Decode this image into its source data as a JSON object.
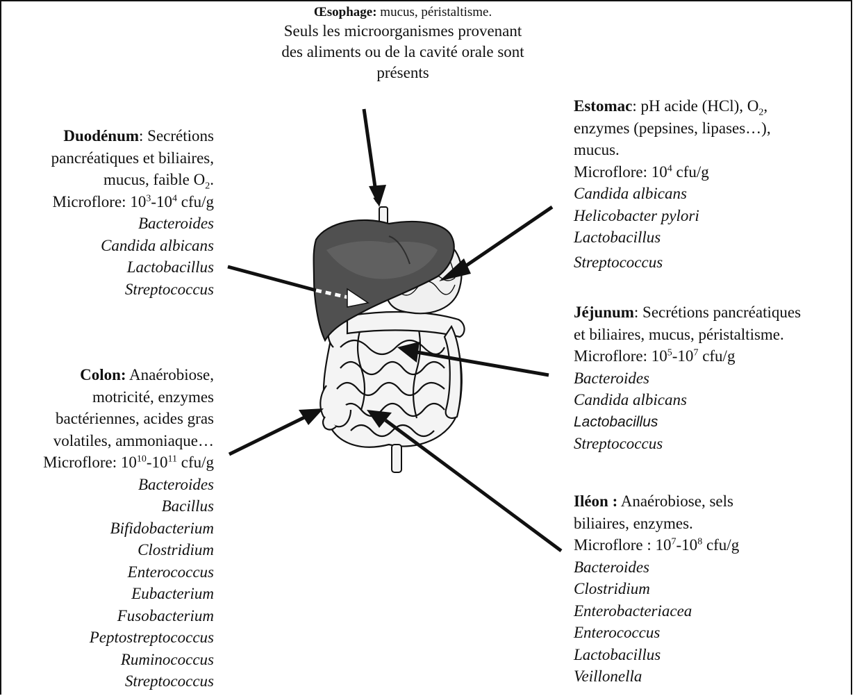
{
  "oesophage": {
    "heading_bold": "Œsophage:",
    "heading_rest": " mucus, péristaltisme.",
    "lines": [
      "Seuls les microorganismes provenant",
      "des aliments ou de la cavité orale sont",
      "présents"
    ]
  },
  "duodenum": {
    "title": "Duodénum",
    "lines": [
      ": Secrétions",
      "pancréatiques et biliaires,",
      "mucus, faible O"
    ],
    "o2_sub": "2",
    "o2_tail": ".",
    "microflore_label": "Microflore: 10",
    "microflore_exp1": "3",
    "microflore_mid": "-10",
    "microflore_exp2": "4",
    "microflore_unit": " cfu/g",
    "organisms": [
      "Bacteroides",
      "Candida albicans",
      "Lactobacillus",
      "Streptococcus"
    ]
  },
  "colon": {
    "title": "Colon:",
    "lines": [
      " Anaérobiose,",
      "motricité,  enzymes",
      "bactériennes,  acides gras",
      "volatiles, ammoniaque…"
    ],
    "microflore_label": "Microflore: 10",
    "microflore_exp1": "10",
    "microflore_mid": "-10",
    "microflore_exp2": "11",
    "microflore_unit": " cfu/g",
    "organisms": [
      "Bacteroides",
      "Bacillus",
      "Bifidobacterium",
      "Clostridium",
      "Enterococcus",
      "Eubacterium",
      "Fusobacterium",
      "Peptostreptococcus",
      "Ruminococcus",
      "Streptococcus"
    ]
  },
  "estomac": {
    "title": "Estomac",
    "line1_rest": ": pH acide (HCl), O",
    "o2_sub": "2",
    "line1_tail": ",",
    "lines": [
      "enzymes (pepsines, lipases…),",
      "mucus."
    ],
    "microflore_label": "Microflore: 10",
    "microflore_exp1": "4",
    "microflore_unit": " cfu/g",
    "organisms": [
      "Candida albicans",
      "Helicobacter pylori",
      "Lactobacillus",
      "Streptococcus"
    ]
  },
  "jejunum": {
    "title": "Jéjunum",
    "line1_rest": ": Secrétions pancréatiques",
    "lines": [
      "et biliaires,  mucus, péristaltisme."
    ],
    "microflore_label": "Microflore: 10",
    "microflore_exp1": "5",
    "microflore_mid": "-10",
    "microflore_exp2": "7",
    "microflore_unit": " cfu/g",
    "organisms": [
      "Bacteroides",
      "Candida albicans",
      "Lactobacillus",
      "Streptococcus"
    ]
  },
  "ileon": {
    "title": "Iléon :",
    "line1_rest": "  Anaérobiose,  sels",
    "lines": [
      "biliaires, enzymes."
    ],
    "microflore_label": "Microflore : 10",
    "microflore_exp1": "7",
    "microflore_mid": "-10",
    "microflore_exp2": "8",
    "microflore_unit": " cfu/g",
    "organisms": [
      "Bacteroides",
      "Clostridium",
      "Enterobacteriacea",
      "Enterococcus",
      "Lactobacillus",
      "Veillonella"
    ]
  },
  "colors": {
    "liver": "#505050",
    "liver_dark": "#2e2e2e",
    "intestine": "#f4f4f4",
    "outline": "#111111"
  }
}
